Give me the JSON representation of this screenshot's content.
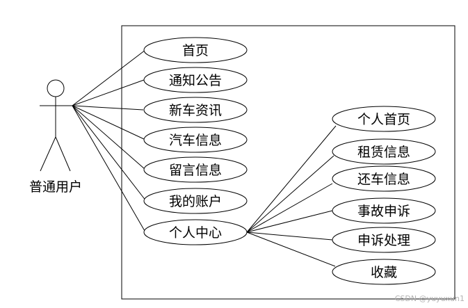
{
  "actor": {
    "label": "普通用户"
  },
  "use_cases": [
    {
      "id": "home",
      "label": "首页"
    },
    {
      "id": "notice",
      "label": "通知公告"
    },
    {
      "id": "news",
      "label": "新车资讯"
    },
    {
      "id": "car-info",
      "label": "汽车信息"
    },
    {
      "id": "message",
      "label": "留言信息"
    },
    {
      "id": "my-account",
      "label": "我的账户"
    },
    {
      "id": "personal-center",
      "label": "个人中心"
    }
  ],
  "sub_use_cases": [
    {
      "id": "personal-home",
      "label": "个人首页"
    },
    {
      "id": "rental-info",
      "label": "租赁信息"
    },
    {
      "id": "return-info",
      "label": "还车信息"
    },
    {
      "id": "accident-complaint",
      "label": "事故申诉"
    },
    {
      "id": "complaint-handling",
      "label": "申诉处理"
    },
    {
      "id": "favorites",
      "label": "收藏"
    }
  ],
  "watermark": "CSDN @yuyuxun1"
}
